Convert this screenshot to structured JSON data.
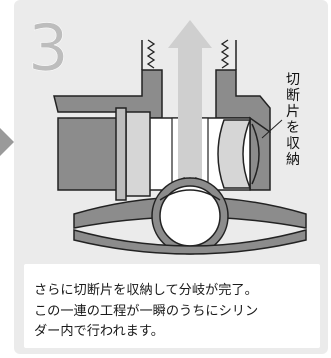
{
  "step": {
    "number": "3",
    "callout_label": [
      "切",
      "断",
      "片",
      "を",
      "収",
      "納"
    ]
  },
  "caption": {
    "lines": [
      "さらに切断片を収納して分岐が完了。",
      "この一連の工程が一瞬のうちにシリン",
      "ダー内で行われます。"
    ]
  },
  "colors": {
    "panel_background": "#ebebeb",
    "body_fill": "#8c8c8c",
    "body_light": "#bdbdbd",
    "inner_fill": "#ffffff",
    "step_number": "#bdbdbd",
    "arrow_fill": "#cfcfcf"
  },
  "icons": {
    "side_arrow": "chevron-right-icon",
    "flow_arrow": "up-arrow-icon"
  }
}
